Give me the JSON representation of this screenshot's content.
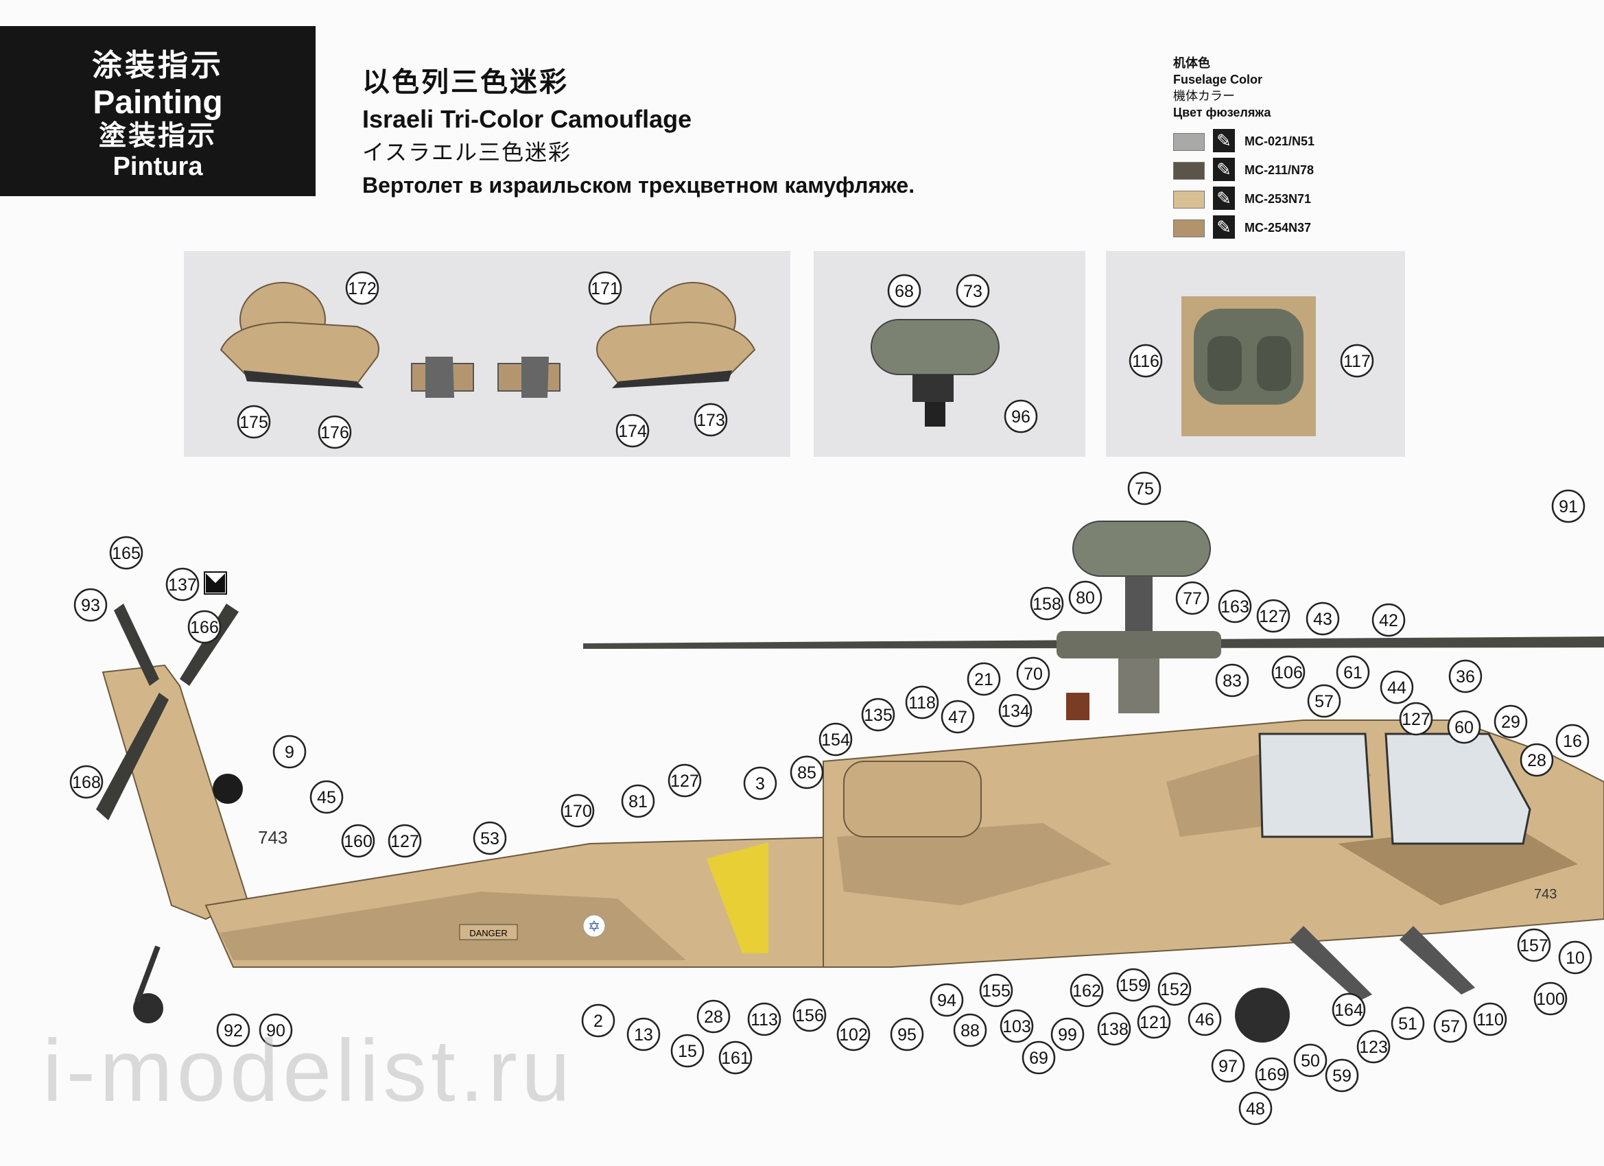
{
  "header": {
    "line_cn": "涂装指示",
    "line_en": "Painting",
    "line_jp": "塗装指示",
    "line_pt": "Pintura"
  },
  "title": {
    "cn": "以色列三色迷彩",
    "en": "Israeli Tri-Color Camouflage",
    "jp": "イスラエル三色迷彩",
    "ru": "Вертолет в израильском трехцветном камуфляже."
  },
  "legend": {
    "header_cn": "机体色",
    "header_en": "Fuselage Color",
    "header_jp": "機体カラー",
    "header_ru": "Цвет фюзеляжа",
    "items": [
      {
        "code": "MC-021/N51",
        "color": "#a9aaa8"
      },
      {
        "code": "MC-211/N78",
        "color": "#5a5548"
      },
      {
        "code": "MC-253N71",
        "color": "#d9bf94"
      },
      {
        "code": "MC-254N37",
        "color": "#b1946c"
      }
    ]
  },
  "markings": {
    "danger": "DANGER",
    "tail_number": "743",
    "nose_number": "743"
  },
  "callouts": [
    "172",
    "171",
    "175",
    "176",
    "174",
    "173",
    "68",
    "73",
    "96",
    "116",
    "117",
    "75",
    "91",
    "165",
    "137",
    "93",
    "166",
    "9",
    "168",
    "45",
    "160",
    "127",
    "53",
    "170",
    "81",
    "127",
    "3",
    "85",
    "154",
    "135",
    "118",
    "47",
    "134",
    "21",
    "70",
    "158",
    "80",
    "77",
    "163",
    "127",
    "43",
    "42",
    "83",
    "106",
    "61",
    "57",
    "44",
    "36",
    "127",
    "60",
    "29",
    "28",
    "16",
    "2",
    "13",
    "15",
    "28",
    "161",
    "113",
    "156",
    "102",
    "95",
    "94",
    "88",
    "155",
    "103",
    "69",
    "99",
    "162",
    "138",
    "159",
    "121",
    "152",
    "46",
    "97",
    "169",
    "48",
    "50",
    "59",
    "164",
    "123",
    "51",
    "57",
    "110",
    "157",
    "10",
    "100",
    "92",
    "90"
  ],
  "watermark": "i-modelist.ru",
  "colors": {
    "sand": "#d9bf94",
    "tan": "#b1946c",
    "brown": "#8f7656",
    "rotor_green": "#6e7866",
    "yellow_band": "#e8cf35"
  }
}
